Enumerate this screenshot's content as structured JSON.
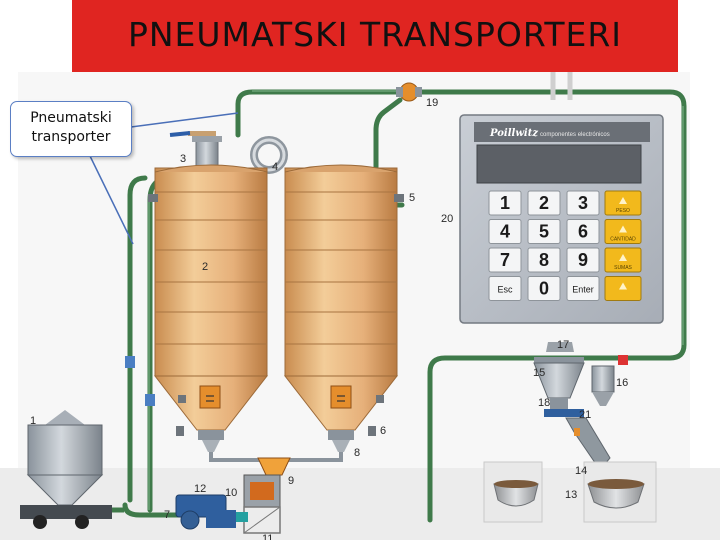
{
  "slide": {
    "title": "PNEUMATSKI TRANSPORTERI",
    "callout": "Pneumatski transporter"
  },
  "colors": {
    "title_bg": "#e02521",
    "pipe": "#3f7a4a",
    "silo": "#e9bb85",
    "panel": "#b7bcc4",
    "display": "#5c6066",
    "function_key": "#f2b91c",
    "callout_border": "#5b7fc4"
  },
  "labels": {
    "n1": "1",
    "n2": "2",
    "n3": "3",
    "n4": "4",
    "n5": "5",
    "n6": "6",
    "n7": "7",
    "n8": "8",
    "n9": "9",
    "n10": "10",
    "n11": "11",
    "n12": "12",
    "n13": "13",
    "n14": "14",
    "n15": "15",
    "n16": "16",
    "n17": "17",
    "n18": "18",
    "n19": "19",
    "n20": "20",
    "n21": "21"
  },
  "panel": {
    "brand": "Poillwitz",
    "subtitle": "componentes electrónicos",
    "keys": [
      "1",
      "2",
      "3",
      "4",
      "5",
      "6",
      "7",
      "8",
      "9",
      "Esc",
      "0",
      "Enter"
    ],
    "function_keys": [
      "PESO",
      "CANTIDAD",
      "SUMAS",
      ""
    ]
  },
  "icons": {
    "enter_key_icon": "info-icon"
  }
}
